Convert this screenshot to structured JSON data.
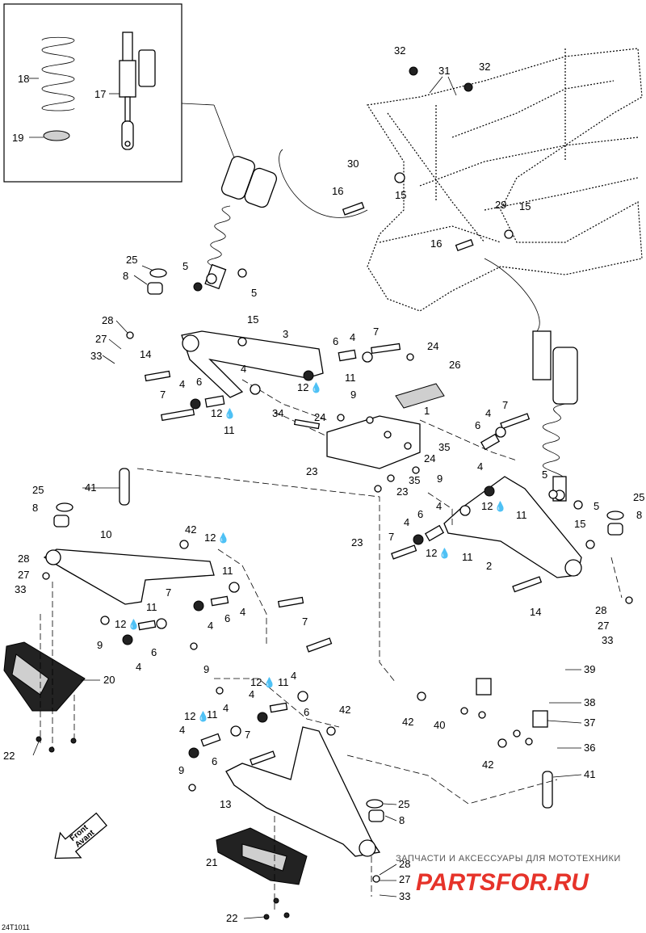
{
  "diagram": {
    "reference_code": "24T1011",
    "direction_label": {
      "line1": "Front",
      "line2": "Avant"
    },
    "watermark": {
      "line1": "ЗАПЧАСТИ И АКСЕССУАРЫ ДЛЯ МОТОТЕХНИКИ",
      "line2": "PARTSFOR.RU"
    },
    "callouts": [
      "1",
      "2",
      "3",
      "4",
      "5",
      "6",
      "7",
      "8",
      "9",
      "10",
      "11",
      "12",
      "13",
      "14",
      "15",
      "16",
      "17",
      "18",
      "19",
      "20",
      "21",
      "22",
      "23",
      "24",
      "25",
      "26",
      "27",
      "28",
      "29",
      "30",
      "31",
      "32",
      "33",
      "34",
      "35",
      "36",
      "37",
      "38",
      "39",
      "40",
      "41",
      "42"
    ],
    "lubricant_symbol": "droplet-icon",
    "colors": {
      "line": "#000000",
      "watermark_red": "#e6332a"
    }
  }
}
